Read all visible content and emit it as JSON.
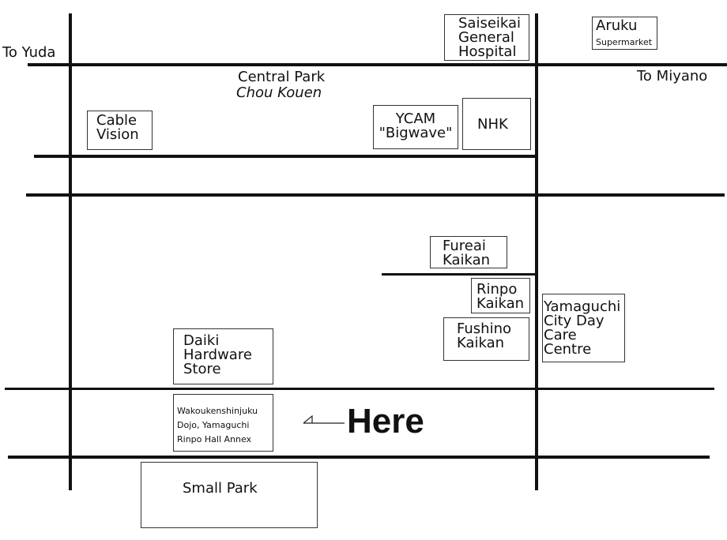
{
  "edge_labels": {
    "to_yuda": "To Yuda",
    "to_miyano": "To Miyano"
  },
  "park": {
    "name": "Central Park",
    "name_japanese": "Chou Kouen"
  },
  "buildings": {
    "saiseikai": "Saiseikai\nGeneral\nHospital",
    "aruku": "Aruku",
    "aruku_sub": "Supermarket",
    "cable_vision": "Cable\nVision",
    "ycam": "YCAM\n\"Bigwave\"",
    "nhk": "NHK",
    "fureai": "Fureai\nKaikan",
    "rinpo": "Rinpo\nKaikan",
    "fushino": "Fushino\nKaikan",
    "day_care": "Yamaguchi\nCity Day\nCare\nCentre",
    "daiki": "Daiki\nHardware\nStore",
    "dojo": "Wakoukenshinjuku\nDojo, Yamaguchi\nRinpo Hall Annex",
    "small_park": "Small Park"
  },
  "marker": {
    "label": "Here"
  },
  "colors": {
    "road": "#111111",
    "box_border": "#333333",
    "background": "#ffffff"
  }
}
